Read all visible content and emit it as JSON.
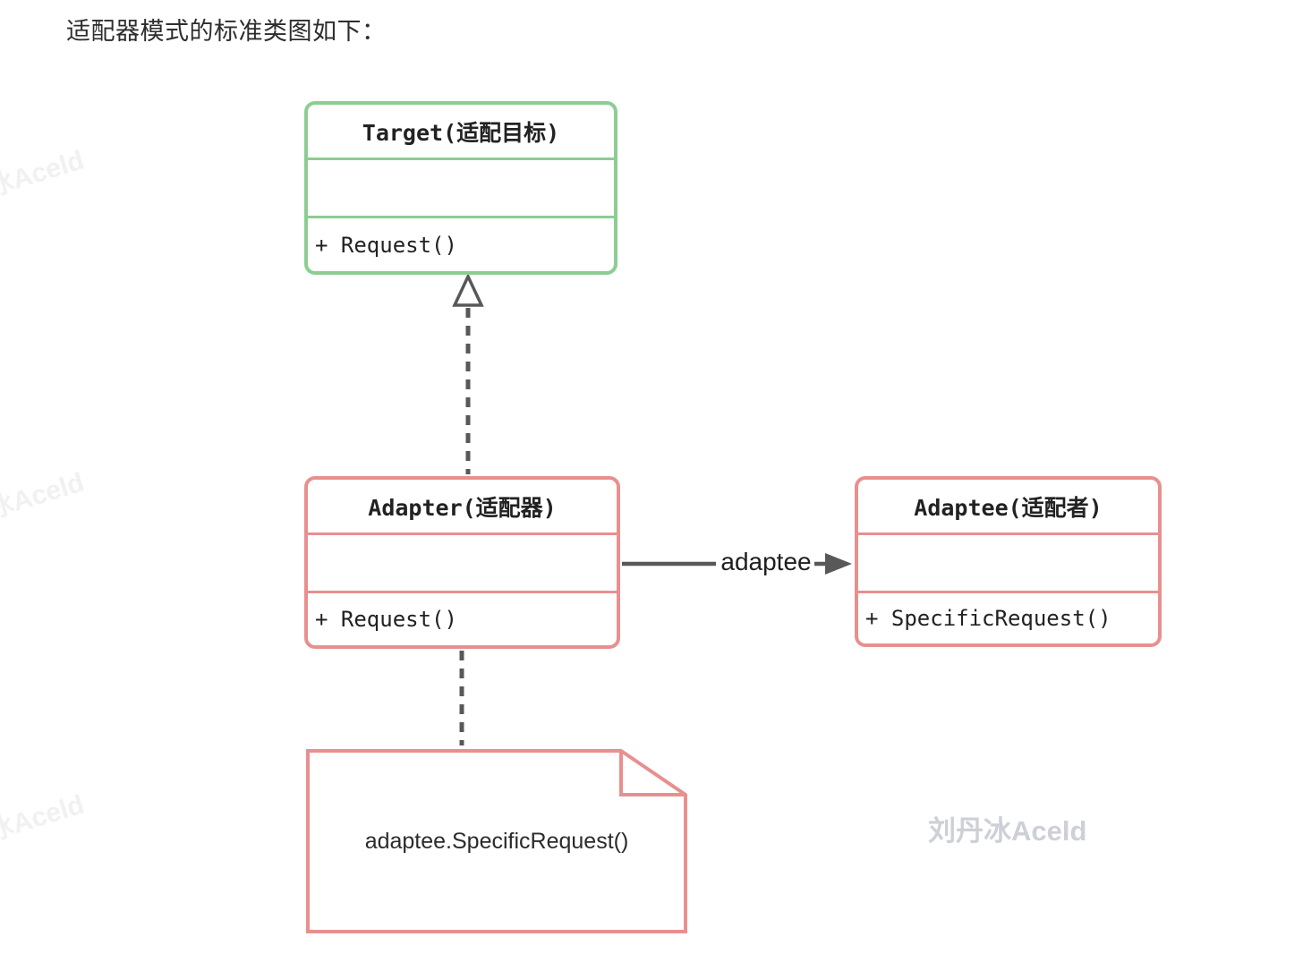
{
  "page": {
    "title": "适配器模式的标准类图如下："
  },
  "diagram": {
    "type": "uml-class-diagram",
    "classes": {
      "target": {
        "title": "Target(适配目标)",
        "attributes": "",
        "method": "+ Request()",
        "border_color": "#8ccd92"
      },
      "adapter": {
        "title": "Adapter(适配器)",
        "attributes": "",
        "method": "+ Request()",
        "border_color": "#e8908f"
      },
      "adaptee": {
        "title": "Adaptee(适配者)",
        "attributes": "",
        "method": "+ SpecificRequest()",
        "border_color": "#e8908f"
      }
    },
    "relations": {
      "realization": {
        "from": "Adapter",
        "to": "Target",
        "style": "dashed-line-hollow-triangle"
      },
      "association": {
        "from": "Adapter",
        "to": "Adaptee",
        "label": "adaptee",
        "style": "solid-line-filled-arrow"
      },
      "note_link": {
        "from": "Adapter",
        "to": "note",
        "style": "dashed-line"
      }
    },
    "note": {
      "text": "adaptee.SpecificRequest()",
      "border_color": "#e8908f"
    }
  },
  "watermarks": {
    "bottom_right": "刘丹冰Aceld",
    "left_repeat": "刘丹冰Aceld"
  },
  "colors": {
    "target_border": "#8ccd92",
    "adaptee_border": "#e8908f",
    "connector_gray": "#58585a",
    "text_dark": "#222222",
    "watermark_gray": "#cdd0d6",
    "watermark_faint": "#f1f1f2"
  }
}
